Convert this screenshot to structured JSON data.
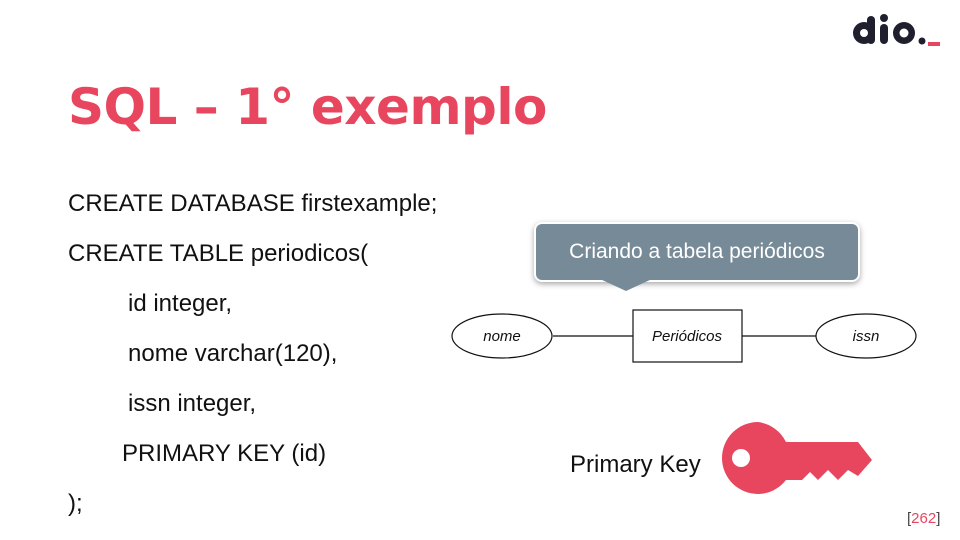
{
  "logo": {
    "text": "dio._",
    "brand_color": "#1f1f2e",
    "accent_color": "#e8465f"
  },
  "title": "SQL – 1° exemplo",
  "code_lines": [
    "CREATE DATABASE firstexample;",
    "CREATE TABLE periodicos(",
    "id integer,",
    "nome varchar(120),",
    "issn integer,",
    "PRIMARY KEY (id)",
    ");"
  ],
  "callout": "Criando a tabela periódicos",
  "diagram": {
    "entity": "Periódicos",
    "attributes": [
      "nome",
      "issn"
    ]
  },
  "primary_key_label": "Primary Key",
  "key_icon": "key-icon",
  "page_number": {
    "open": "[",
    "value": "262",
    "close": "]"
  },
  "colors": {
    "accent": "#e8465f",
    "callout_bg": "#778a97",
    "text": "#111111"
  }
}
